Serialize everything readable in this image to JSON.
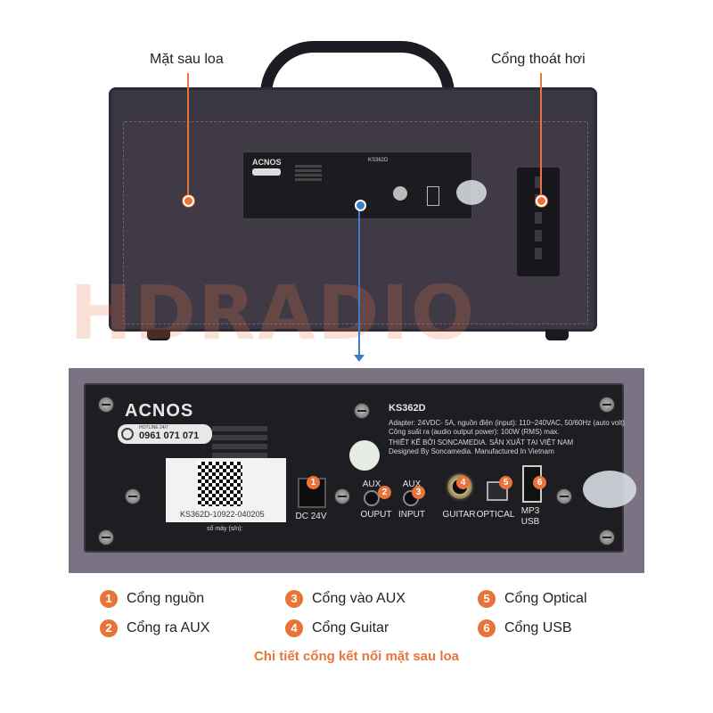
{
  "callouts": {
    "back": "Mặt sau loa",
    "vent": "Cổng thoát hơi"
  },
  "watermark": "HDRADIO",
  "panel": {
    "brand": "ACNOS",
    "hotline": "0961 071 071",
    "hotline_caption": "HOTLINE 24/7",
    "model": "KS362D",
    "info_lines": [
      "Adapter: 24VDC- 5A, nguồn điện (input): 110~240VAC, 50/60Hz (auto volt)",
      "Công suất ra (audio output power): 100W (RMS) max.",
      "THIẾT KẾ BỞI SONCAMEDIA. SẢN XUẤT TẠI VIỆT NAM",
      "Designed By Soncamedia. Manufactured In Vietnam"
    ],
    "serial": "KS362D-10922-040205",
    "serial_label": "số máy (s/n):",
    "ports": [
      {
        "num": "1",
        "label": "DC 24V"
      },
      {
        "num": "2",
        "top": "AUX",
        "label": "OUPUT"
      },
      {
        "num": "3",
        "top": "AUX",
        "label": "INPUT"
      },
      {
        "num": "4",
        "label": "GUITAR"
      },
      {
        "num": "5",
        "label": "OPTICAL"
      },
      {
        "num": "6",
        "label": "MP3",
        "label2": "USB"
      }
    ]
  },
  "legend": [
    {
      "num": "1",
      "text": "Cổng nguồn"
    },
    {
      "num": "2",
      "text": "Cổng ra AUX"
    },
    {
      "num": "3",
      "text": "Cổng vào AUX"
    },
    {
      "num": "4",
      "text": "Cổng Guitar"
    },
    {
      "num": "5",
      "text": "Cổng Optical"
    },
    {
      "num": "6",
      "text": "Cổng USB"
    }
  ],
  "caption": "Chi tiết cổng kết nối mặt sau loa",
  "colors": {
    "accent": "#e8743a",
    "caption": "#e8743a"
  }
}
